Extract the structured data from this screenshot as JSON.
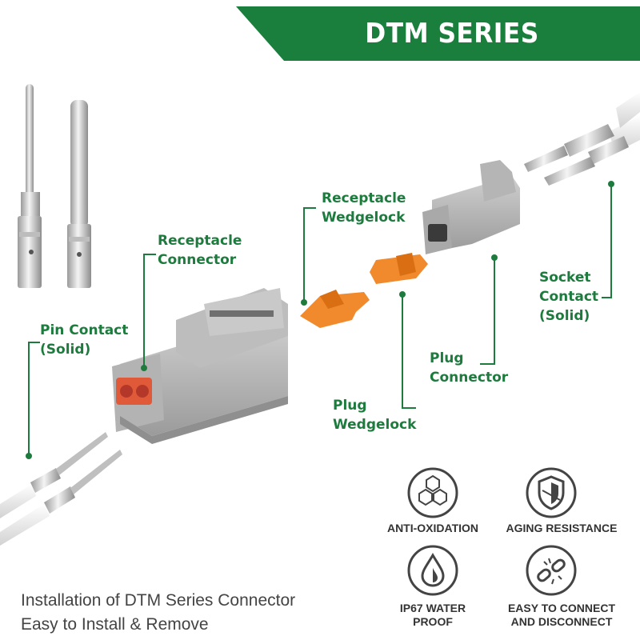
{
  "banner": {
    "title": "DTM SERIES CONNECTOR",
    "color": "#1a7f3c"
  },
  "labels": {
    "receptacle_wedgelock": [
      "Receptacle",
      "Wedgelock"
    ],
    "receptacle_connector": [
      "Receptacle",
      "Connector"
    ],
    "pin_contact": [
      "Pin Contact",
      "(Solid)"
    ],
    "socket_contact": [
      "Socket",
      "Contact",
      "(Solid)"
    ],
    "plug_connector": [
      "Plug",
      "Connector"
    ],
    "plug_wedgelock": [
      "Plug",
      "Wedgelock"
    ]
  },
  "features": [
    {
      "icon": "hexagon-molecule-icon",
      "lines": [
        "ANTI-OXIDATION"
      ]
    },
    {
      "icon": "shield-icon",
      "lines": [
        "AGING RESISTANCE"
      ]
    },
    {
      "icon": "water-drop-icon",
      "lines": [
        "IP67 WATER",
        "PROOF"
      ]
    },
    {
      "icon": "broken-chain-icon",
      "lines": [
        "EASY TO CONNECT",
        "AND DISCONNECT"
      ]
    }
  ],
  "caption": {
    "line1": "Installation of DTM Series Connector",
    "line2": "Easy to Install & Remove"
  },
  "colors": {
    "label_green": "#1e7b3e",
    "connector_gray": "#a8a8a8",
    "wedgelock_orange": "#f08a2c",
    "seal_red": "#e05a3a"
  }
}
